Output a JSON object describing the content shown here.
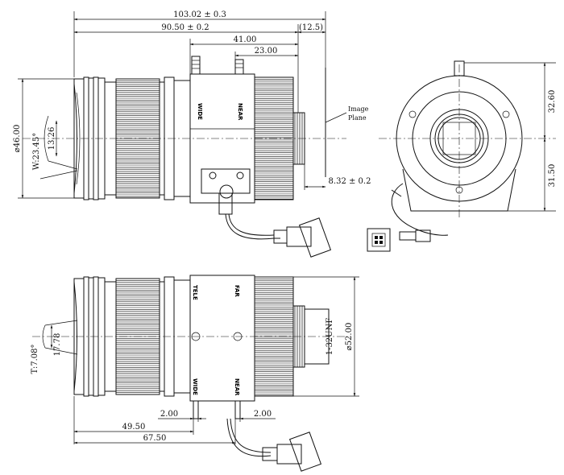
{
  "dimensions": {
    "top_overall": "103.02 ± 0.3",
    "top_flange": "90.50 ± 0.2",
    "top_back": "(12.5)",
    "top_41": "41.00",
    "top_23": "23.00",
    "diameter_46": "⌀46.00",
    "angle_w": "W:23.45°",
    "half_13": "13.26",
    "back_focus": "8.32 ± 0.2",
    "right_top": "32.60",
    "right_bottom": "31.50",
    "bottom_49": "49.50",
    "bottom_67": "67.50",
    "bottom_2a": "2.00",
    "bottom_2b": "2.00",
    "angle_t": "T:7.08°",
    "half_17": "17.78",
    "diameter_52": "⌀52.00",
    "thread": "1-32UNF"
  },
  "labels": {
    "image_plane_1": "Image",
    "image_plane_2": "Plane",
    "wide_top": "WIDE",
    "near_top": "NEAR",
    "tele": "TELE",
    "far": "FAR",
    "wide_bottom": "WIDE",
    "near_bottom": "NEAR"
  }
}
